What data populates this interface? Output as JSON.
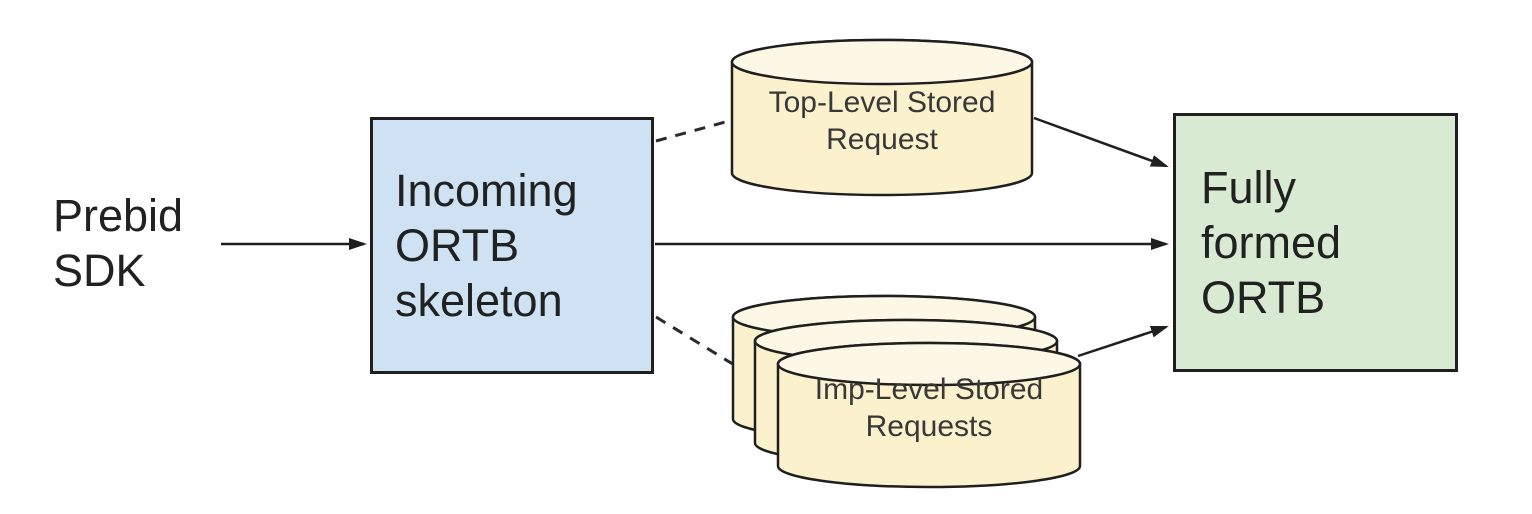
{
  "colors": {
    "background": "#ffffff",
    "box_blue": "#cfe2f3",
    "box_green": "#d9ead3",
    "cylinder_fill": "#fcf1cd",
    "cylinder_top_fill": "#fdf8e6",
    "stroke": "#1f1f1f",
    "text": "#212121",
    "cylinder_text": "#383838"
  },
  "nodes": {
    "prebid_sdk": {
      "label": "Prebid SDK",
      "shape": "text"
    },
    "incoming_ortb": {
      "label": "Incoming ORTB skeleton",
      "shape": "rect",
      "fill": "#cfe2f3"
    },
    "top_level_stored_request": {
      "label": "Top-Level Stored Request",
      "shape": "cylinder",
      "fill": "#fcf1cd"
    },
    "imp_level_stored_requests": {
      "label": "Imp-Level Stored Requests",
      "shape": "cylinder-stack",
      "stack_count": 3,
      "fill": "#fcf1cd"
    },
    "fully_formed_ortb": {
      "label": "Fully formed ORTB",
      "shape": "rect",
      "fill": "#d9ead3"
    }
  },
  "edges": [
    {
      "from": "prebid_sdk",
      "to": "incoming_ortb",
      "style": "solid",
      "arrowhead": true
    },
    {
      "from": "incoming_ortb",
      "to": "top_level_stored_request",
      "style": "dashed",
      "arrowhead": false
    },
    {
      "from": "incoming_ortb",
      "to": "imp_level_stored_requests",
      "style": "dashed",
      "arrowhead": false
    },
    {
      "from": "incoming_ortb",
      "to": "fully_formed_ortb",
      "style": "solid",
      "arrowhead": true
    },
    {
      "from": "top_level_stored_request",
      "to": "fully_formed_ortb",
      "style": "solid",
      "arrowhead": true
    },
    {
      "from": "imp_level_stored_requests",
      "to": "fully_formed_ortb",
      "style": "solid",
      "arrowhead": true
    }
  ]
}
